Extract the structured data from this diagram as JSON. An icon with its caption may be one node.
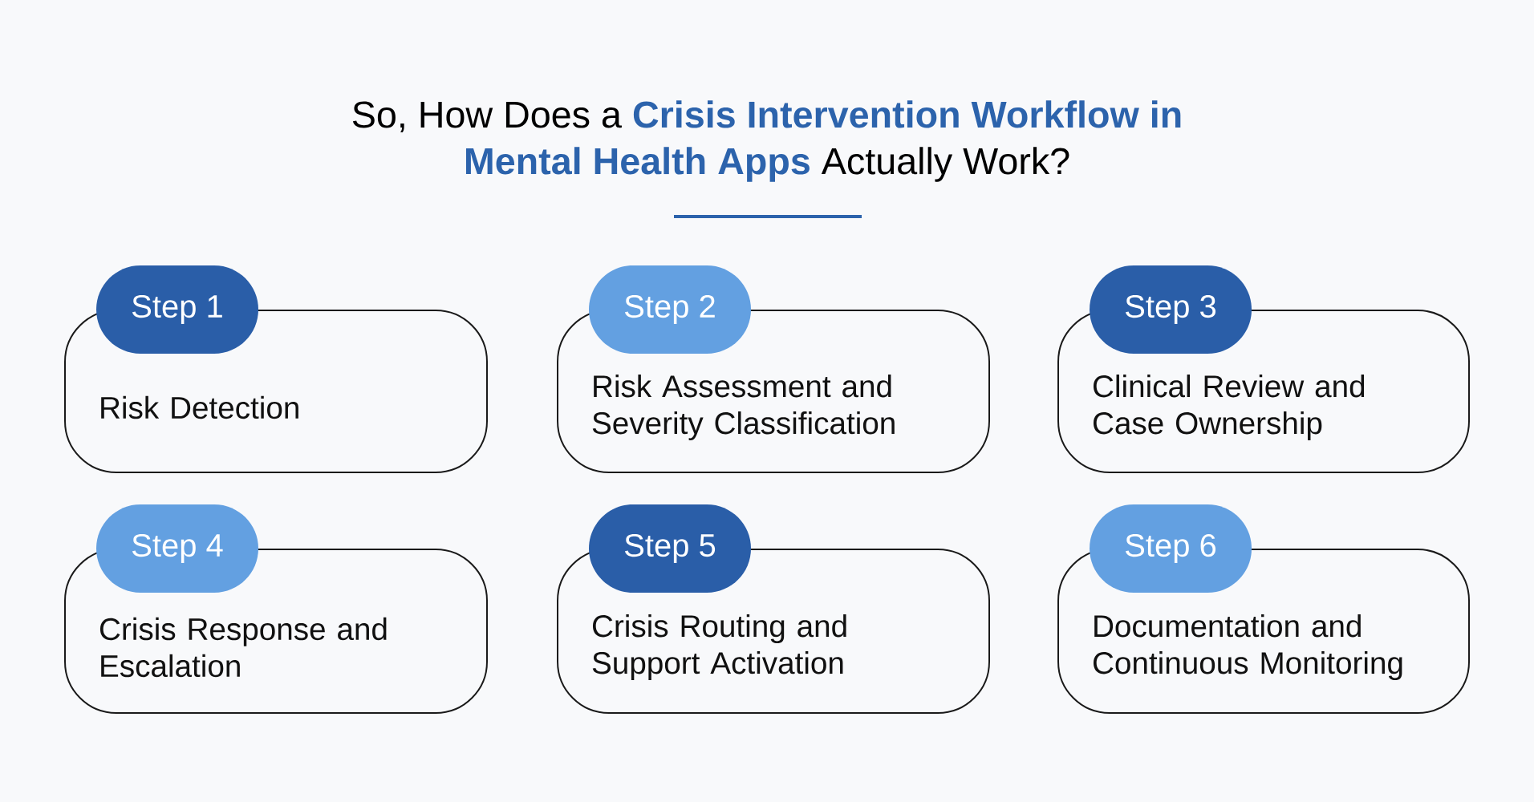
{
  "diagram": {
    "title": "So, How Does a **Crisis Intervention Workflow in Mental Health Apps** Actually Work?",
    "nodes": [
      {
        "text": [
          "Step 1",
          "Risk Detection"
        ]
      },
      {
        "text": [
          "Step 2",
          "Risk Assessment and Severity Classification"
        ]
      },
      {
        "text": [
          "Step 3",
          "Clinical Review and Case Ownership"
        ]
      },
      {
        "text": [
          "Step 4",
          "Crisis Response and Escalation"
        ]
      },
      {
        "text": [
          "Step 5",
          "Crisis Routing and Support Activation"
        ]
      },
      {
        "text": [
          "Step 6",
          "Documentation and Continuous Monitoring"
        ]
      }
    ]
  }
}
